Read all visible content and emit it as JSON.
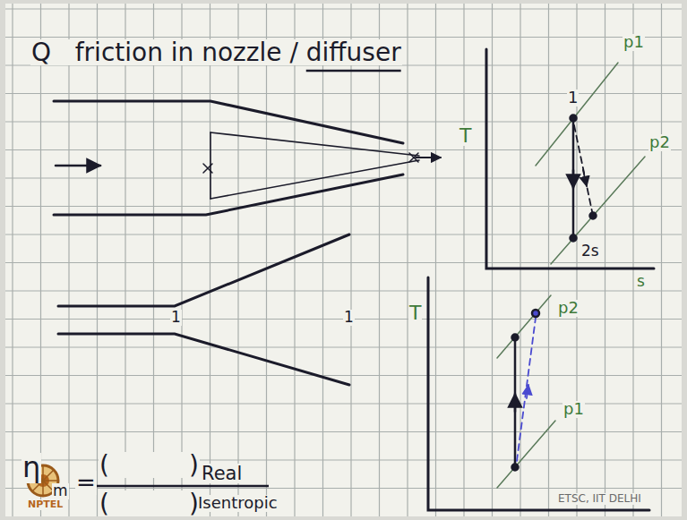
{
  "diagram": {
    "title": "Q   friction in nozzle / diffuser",
    "labels": [
      "T",
      "p1",
      "1",
      "p2",
      "2s",
      "s",
      "T",
      "p2",
      "p1",
      "1",
      "1",
      "η",
      "m",
      "=",
      "(          )",
      "Real",
      "(          )",
      "Isentropic",
      "NPTEL",
      "ETSC, IIT DELHI"
    ]
  }
}
